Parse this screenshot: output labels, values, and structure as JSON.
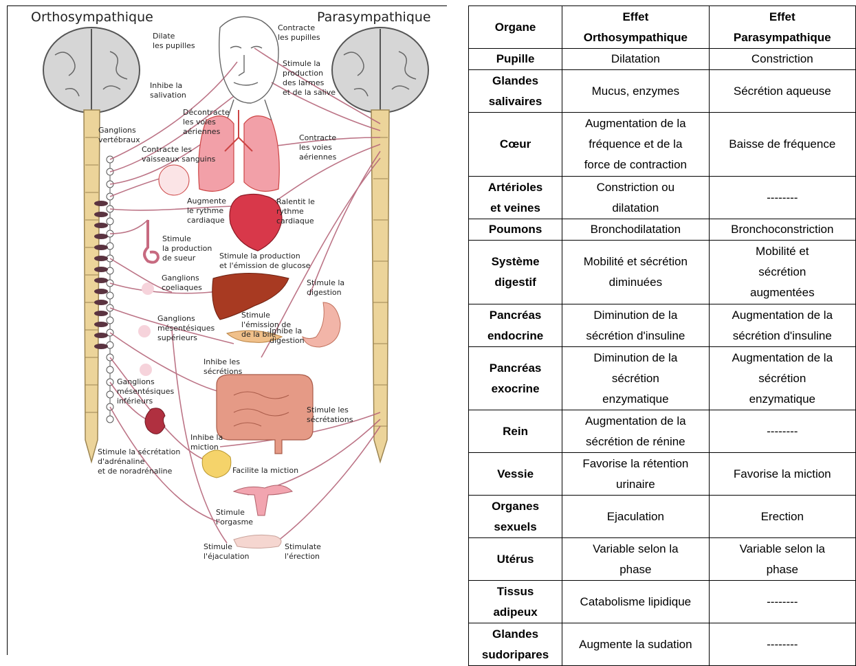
{
  "figure": {
    "title_left": "Orthosympathique",
    "title_right": "Parasympathique",
    "labels": {
      "dilate": "Dilate\nles pupilles",
      "contracte_pupilles": "Contracte\nles pupilles",
      "inhibe_salivation": "Inhibe la\nsalivation",
      "stimule_larmes": "Stimule la\nproduction\ndes larmes\net de la salive",
      "decontracte": "Décontracte\nles voies\naériennes",
      "ganglions_vert": "Ganglions\nvertébraux",
      "contracte_vaisseaux": "Contracte les\nvaisseaux sanguins",
      "contracte_voies": "Contracte\nles voies\naériennes",
      "augmente_rythme": "Augmente\nle rythme\ncardiaque",
      "ralentit_rythme": "Ralentit le\nrythme\ncardiaque",
      "stimule_sueur": "Stimule\nla production\nde sueur",
      "stimule_glucose": "Stimule la production\net l'émission de glucose",
      "ganglions_coel": "Ganglions\ncoeliaques",
      "stimule_digestion": "Stimule la\ndigestion",
      "ganglions_mes_sup": "Ganglions\nmésentésiques\nsupérieurs",
      "stimule_bile": "Stimule\nl'émission de\nde la bile",
      "inhibe_digestion": "Inhibe la\ndigestion",
      "inhibe_secretions": "Inhibe les\nsécrétions",
      "ganglions_mes_inf": "Ganglions\nmésentésiques\ninférieurs",
      "stimule_secretions": "Stimule les\nsécrétations",
      "stimule_adrenaline": "Stimule la sécrétation\nd'adrénaline\net de noradrénaline",
      "inhibe_miction": "Inhibe la\nmiction",
      "facilite_miction": "Facilite la miction",
      "stimule_orgasme": "Stimule\nl'orgasme",
      "stimule_ejaculation": "Stimule\nl'éjaculation",
      "stimulate_erection": "Stimulate\nl'érection"
    }
  },
  "table": {
    "headers": [
      "Organe",
      "Effet\nOrthosympathique",
      "Effet\nParasympathique"
    ],
    "rows": [
      [
        "Pupille",
        "Dilatation",
        "Constriction"
      ],
      [
        "Glandes\nsalivaires",
        "Mucus, enzymes",
        "Sécrétion aqueuse"
      ],
      [
        "Cœur",
        "Augmentation de la\nfréquence et de la\nforce de contraction",
        "Baisse de fréquence"
      ],
      [
        "Artérioles\net veines",
        "Constriction ou\ndilatation",
        "--------"
      ],
      [
        "Poumons",
        "Bronchodilatation",
        "Bronchoconstriction"
      ],
      [
        "Système\ndigestif",
        "Mobilité et sécrétion\ndiminuées",
        "Mobilité et\nsécrétion\naugmentées"
      ],
      [
        "Pancréas\nendocrine",
        "Diminution de la\nsécrétion d'insuline",
        "Augmentation de la\nsécrétion d'insuline"
      ],
      [
        "Pancréas\nexocrine",
        "Diminution de la\nsécrétion\nenzymatique",
        "Augmentation de la\nsécrétion\nenzymatique"
      ],
      [
        "Rein",
        "Augmentation de la\nsécrétion de rénine",
        "--------"
      ],
      [
        "Vessie",
        "Favorise la rétention\nurinaire",
        "Favorise la miction"
      ],
      [
        "Organes\nsexuels",
        "Ejaculation",
        "Erection"
      ],
      [
        "Utérus",
        "Variable selon la\nphase",
        "Variable selon la\nphase"
      ],
      [
        "Tissus\nadipeux",
        "Catabolisme lipidique",
        "--------"
      ],
      [
        "Glandes\nsudoripares",
        "Augmente la sudation",
        "--------"
      ]
    ]
  },
  "colors": {
    "nerve": "#b5657a",
    "spine": "#ecd49a",
    "brain": "#d6d6d6",
    "organ_red": "#d8384a",
    "liver": "#a83a22"
  }
}
